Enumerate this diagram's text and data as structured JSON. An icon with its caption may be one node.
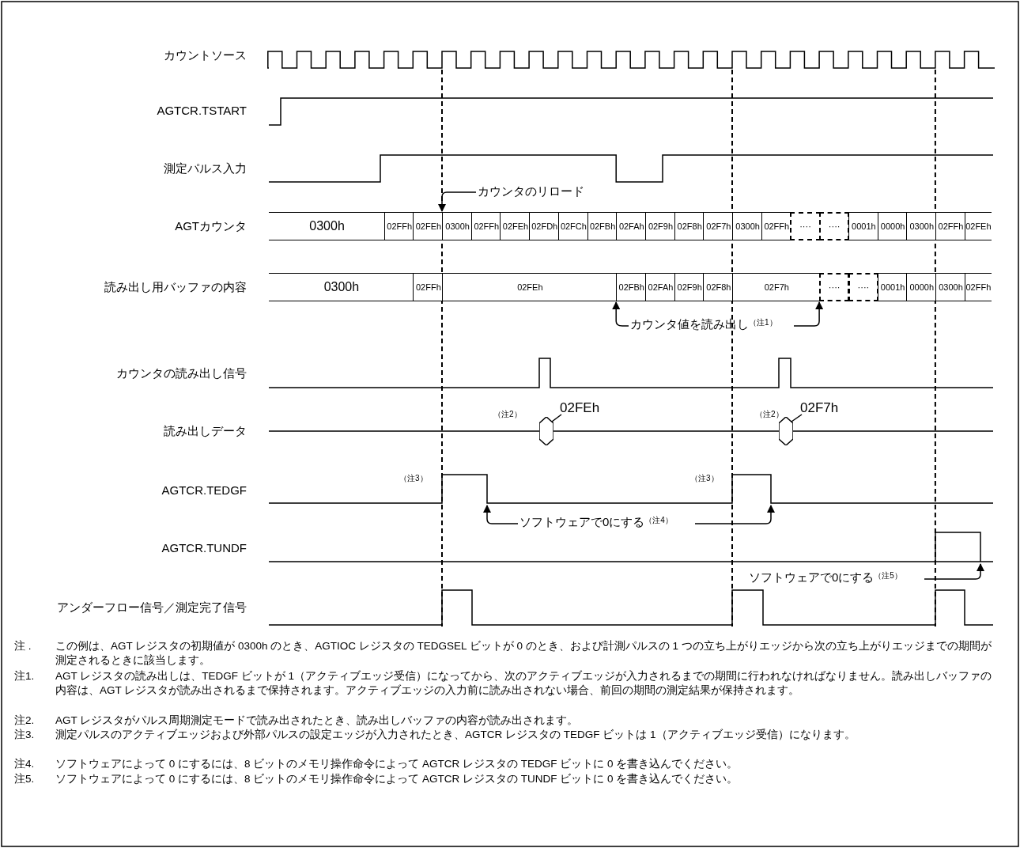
{
  "diagram": {
    "nodes": [
      {
        "text": [
          "カウンタのリロード"
        ]
      },
      {
        "text": [
          "カウンタ値を読み出し",
          "（注1）"
        ]
      },
      {
        "text": [
          "02FEh"
        ]
      },
      {
        "text": [],
        "shape": "hexagon"
      },
      {
        "text": [
          "02F7h"
        ]
      },
      {
        "text": [],
        "shape": "hexagon"
      },
      {
        "text": [
          "ソフトウェアで0にする",
          "（注4）"
        ]
      },
      {
        "text": [
          "ソフトウェアで0にする",
          "（注5）"
        ]
      },
      {
        "text": [
          "0300h"
        ]
      },
      {
        "text": [
          "02FFh"
        ]
      },
      {
        "text": [
          "02FEh"
        ]
      },
      {
        "text": [
          "0300h"
        ]
      },
      {
        "text": [
          "02FFh"
        ]
      },
      {
        "text": [
          "02FEh"
        ]
      },
      {
        "text": [
          "02FDh"
        ]
      },
      {
        "text": [
          "02FCh"
        ]
      },
      {
        "text": [
          "02FBh"
        ]
      },
      {
        "text": [
          "02FAh"
        ]
      },
      {
        "text": [
          "02F9h"
        ]
      },
      {
        "text": [
          "02F8h"
        ]
      },
      {
        "text": [
          "02F7h"
        ]
      },
      {
        "text": [
          "0300h"
        ]
      },
      {
        "text": [
          "02FFh"
        ]
      },
      {
        "text": [
          "····"
        ]
      },
      {
        "text": [
          "····"
        ]
      },
      {
        "text": [
          "0001h"
        ]
      },
      {
        "text": [
          "0000h"
        ]
      },
      {
        "text": [
          "0300h"
        ]
      },
      {
        "text": [
          "02FFh"
        ]
      },
      {
        "text": [
          "02FEh"
        ]
      },
      {
        "text": [
          "0300h"
        ]
      },
      {
        "text": [
          "02FFh"
        ]
      },
      {
        "text": [
          "02FEh"
        ]
      },
      {
        "text": [
          "02FBh"
        ]
      },
      {
        "text": [
          "02FAh"
        ]
      },
      {
        "text": [
          "02F9h"
        ]
      },
      {
        "text": [
          "02F8h"
        ]
      },
      {
        "text": [
          "02F7h"
        ]
      },
      {
        "text": [
          "····"
        ]
      },
      {
        "text": [
          "····"
        ]
      },
      {
        "text": [
          "0001h"
        ]
      },
      {
        "text": [
          "0000h"
        ]
      },
      {
        "text": [
          "0300h"
        ]
      },
      {
        "text": [
          "02FFh"
        ]
      }
    ],
    "edges": [
      {
        "from": 0,
        "to": 11,
        "arrow": "to"
      },
      {
        "from": 1,
        "to": 33,
        "arrow": "to"
      },
      {
        "from": 1,
        "to": 37,
        "arrow": "to"
      },
      {
        "from": 2,
        "to": 3,
        "arrow": "none"
      },
      {
        "from": 4,
        "to": 5,
        "arrow": "none"
      },
      {
        "from": 6,
        "to": null,
        "arrow": "to"
      },
      {
        "from": 6,
        "to": null,
        "arrow": "to"
      },
      {
        "from": 7,
        "to": null,
        "arrow": "to"
      }
    ],
    "labels": [
      "カウントソース",
      "AGTCR.TSTART",
      "測定パルス入力",
      "AGTカウンタ",
      "読み出し用バッファの内容",
      "カウンタの読み出し信号",
      "読み出しデータ",
      "AGTCR.TEDGF",
      "AGTCR.TUNDF",
      "アンダーフロー信号／測定完了信号",
      "（注2）",
      "（注2）",
      "（注3）",
      "（注3）",
      "注 .",
      "この例は、AGT レジスタの初期値が 0300h のとき、AGTIOC レジスタの TEDGSEL ビットが 0 のとき、および計測パルスの 1 つの立ち上がりエッジから次の立ち上がりエッジまでの期間が測定されるときに該当します。",
      "注1.",
      "AGT レジスタの読み出しは、TEDGF ビットが 1（アクティブエッジ受信）になってから、次のアクティブエッジが入力されるまでの期間に行われなければなりません。読み出しバッファの内容は、AGT レジスタが読み出されるまで保持されます。アクティブエッジの入力前に読み出されない場合、前回の期間の測定結果が保持されます。",
      "注2.",
      "AGT レジスタがパルス周期測定モードで読み出されたとき、読み出しバッファの内容が読み出されます。",
      "注3.",
      "測定パルスのアクティブエッジおよび外部パルスの設定エッジが入力されたとき、AGTCR レジスタの TEDGF ビットは 1（アクティブエッジ受信）になります。",
      "注4.",
      "ソフトウェアによって 0 にするには、8 ビットのメモリ操作命令によって AGTCR レジスタの TEDGF ビットに 0 を書き込んでください。",
      "注5.",
      "ソフトウェアによって 0 にするには、8 ビットのメモリ操作命令によって AGTCR レジスタの TUNDF ビットに 0 を書き込んでください。"
    ]
  }
}
